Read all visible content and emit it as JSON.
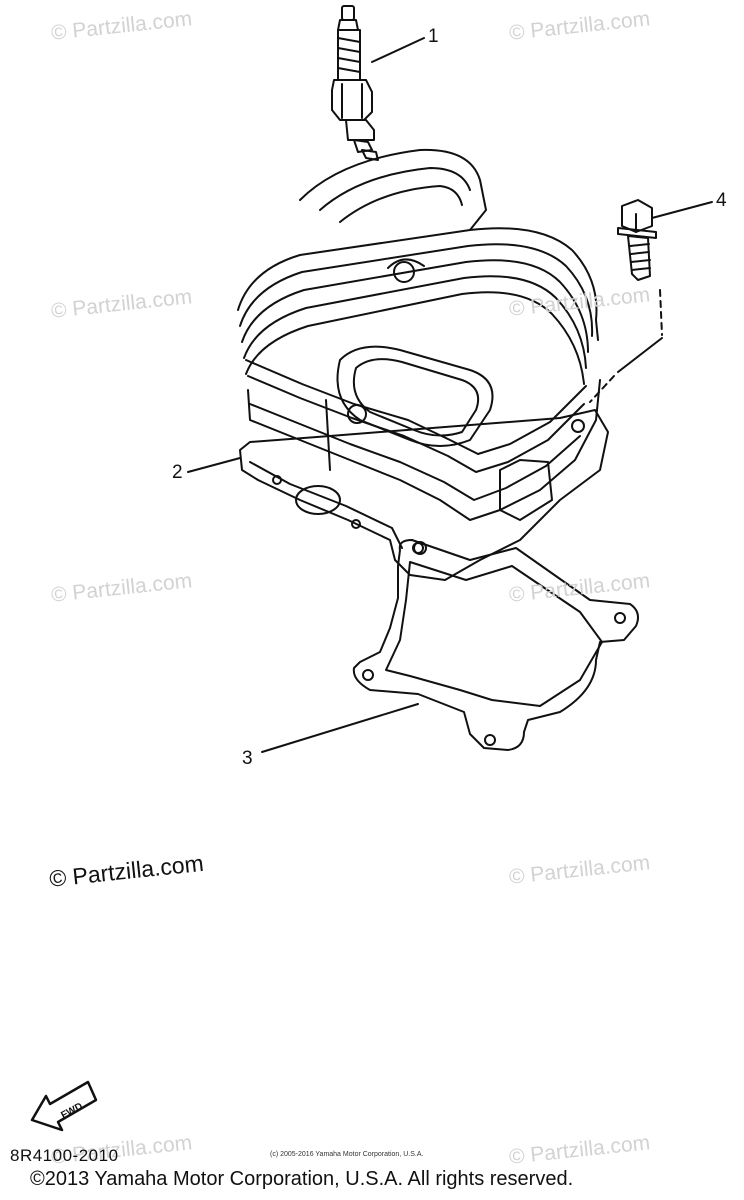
{
  "watermarks": {
    "text": "© Partzilla.com",
    "emphasized_text": "© Partzilla.com"
  },
  "callouts": {
    "spark_plug": "1",
    "cylinder_head": "2",
    "gasket": "3",
    "bolt": "4"
  },
  "fwd_label": "FWD",
  "diagram_code": "8R4100-2010",
  "small_copyright": "(c) 2005-2016 Yamaha Motor Corporation, U.S.A.",
  "copyright": "©2013 Yamaha Motor Corporation, U.S.A. All rights reserved.",
  "colors": {
    "line": "#111111",
    "watermark": "#d2d2d2"
  }
}
